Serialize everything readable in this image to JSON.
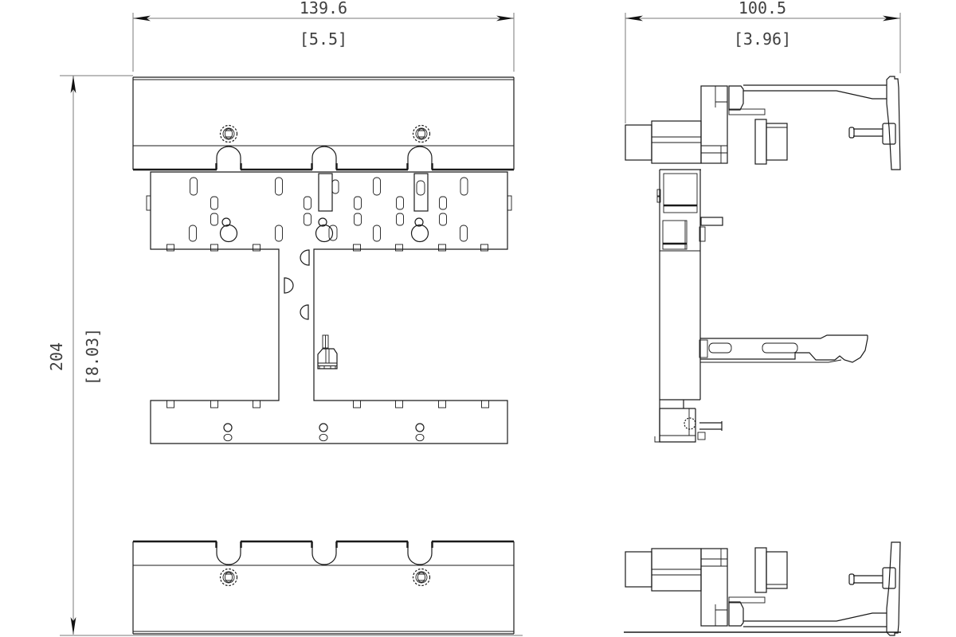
{
  "drawing": {
    "type": "engineering-drawing",
    "views": {
      "front_view_name": "front-view",
      "side_view_name": "side-view"
    },
    "dims": {
      "front_width": {
        "mm": "139.6",
        "inch": "[5.5]"
      },
      "side_width": {
        "mm": "100.5",
        "inch": "[3.96]"
      },
      "height": {
        "mm": "204",
        "inch": "[8.03]"
      }
    },
    "colors": {
      "line": "#1a1a1a",
      "dimension_line": "#7a7a7a",
      "text": "#3f3f3f",
      "background": "#ffffff"
    }
  }
}
